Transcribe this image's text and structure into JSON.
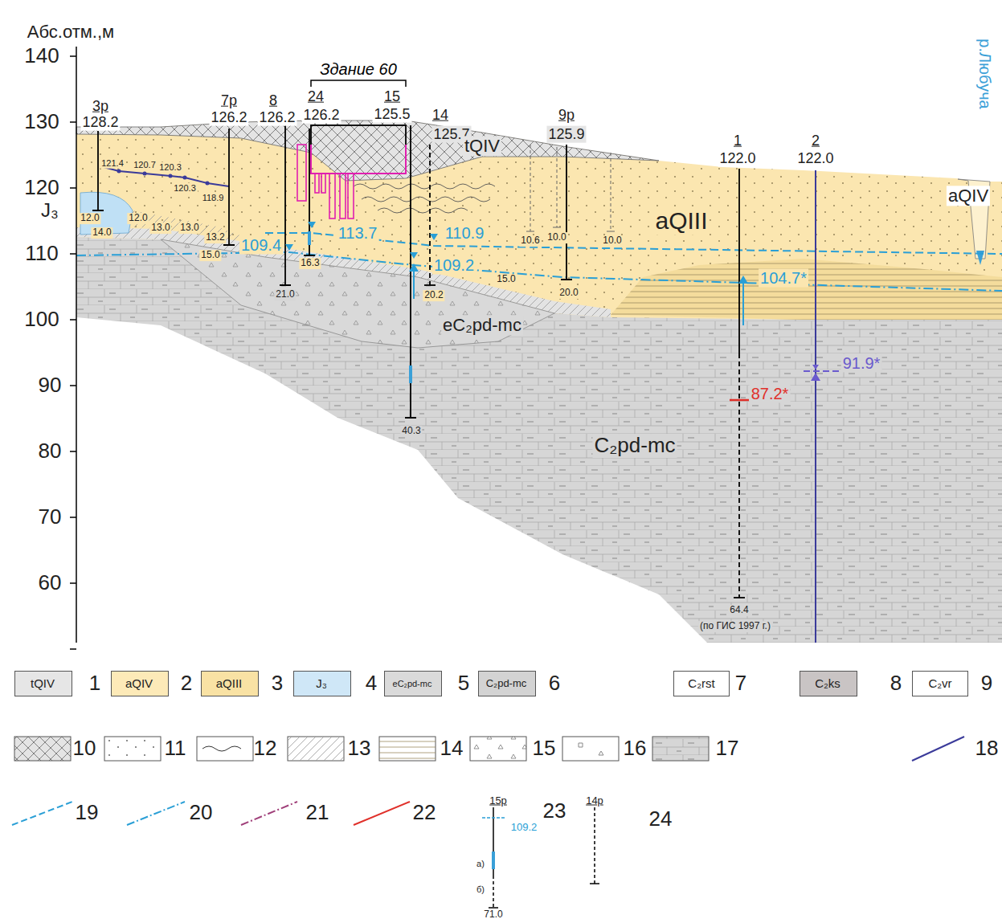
{
  "diagram": {
    "nodes": [
      {
        "text": [
          "Здание 60"
        ]
      }
    ],
    "labels": [
      "Абс.отм.,м",
      "140",
      "130",
      "120",
      "110",
      "100",
      "90",
      "80",
      "70",
      "60",
      "3р",
      "128.2",
      "7р",
      "126.2",
      "8",
      "126.2",
      "24",
      "126.2",
      "15",
      "125.5",
      "14",
      "125.7",
      "9р",
      "125.9",
      "1",
      "122.0",
      "2",
      "122.0",
      "tQIV",
      "aQIII",
      "aQIV",
      "J₃",
      "eC₂pd-mc",
      "C₂pd-mc",
      "р.Любуча",
      "121.4",
      "120.7",
      "120.3",
      "120.3",
      "118.9",
      "12.0",
      "14.0",
      "12.0",
      "13.0",
      "13.0",
      "13.2",
      "15.0",
      "16.3",
      "21.0",
      "20.2",
      "40.3",
      "15.0",
      "20.0",
      "10.6",
      "10.0",
      "10.0",
      "64.4",
      "(по ГИС 1997 г.)",
      "113.7",
      "109.4",
      "110.9",
      "109.2",
      "104.7*",
      "87.2*",
      "91.9*",
      "tQIV",
      "aQIV",
      "aQIII",
      "J₃",
      "eC₂pd-mc",
      "C₂pd-mc",
      "C₂rst",
      "C₂ks",
      "C₂vr",
      "15р",
      "109.2",
      "а)",
      "б)",
      "71.0",
      "14р"
    ],
    "legend": [
      {
        "text": "1",
        "color": "#e6e6e6"
      },
      {
        "text": "2",
        "color": "#fdeab8"
      },
      {
        "text": "3",
        "color": "#f9e2a4"
      },
      {
        "text": "4",
        "color": "#cfe7f7"
      },
      {
        "text": "5",
        "color": "#dadada"
      },
      {
        "text": "6",
        "color": "#d3d3d3"
      },
      {
        "text": "7",
        "color": "#ffffff"
      },
      {
        "text": "8",
        "color": "#c9c4c4"
      },
      {
        "text": "9",
        "color": "#ffffff"
      },
      {
        "text": "10"
      },
      {
        "text": "11"
      },
      {
        "text": "12"
      },
      {
        "text": "13"
      },
      {
        "text": "14"
      },
      {
        "text": "15"
      },
      {
        "text": "16"
      },
      {
        "text": "17"
      },
      {
        "text": "18"
      },
      {
        "text": "19"
      },
      {
        "text": "20"
      },
      {
        "text": "21"
      },
      {
        "text": "22"
      },
      {
        "text": "23"
      },
      {
        "text": "24"
      }
    ]
  }
}
